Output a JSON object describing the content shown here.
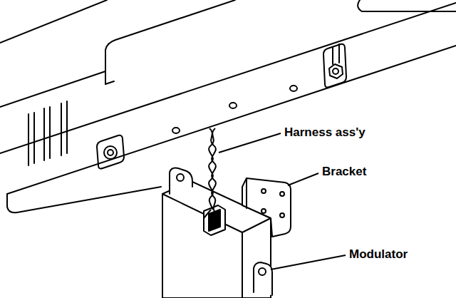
{
  "diagram": {
    "labels": [
      "Harness ass'y",
      "Bracket",
      "Modulator"
    ]
  }
}
